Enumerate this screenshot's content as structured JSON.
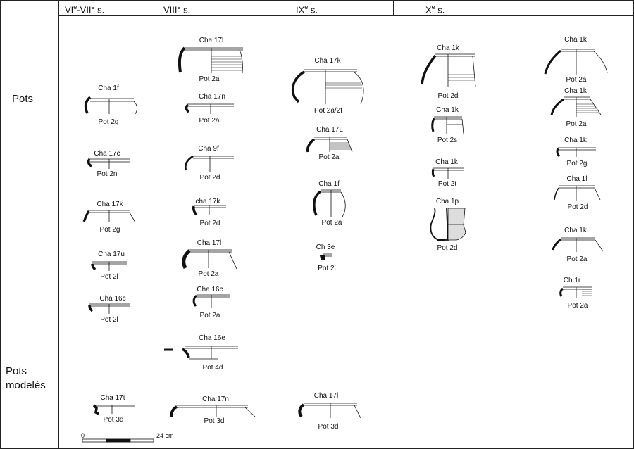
{
  "headers": {
    "c1_a": "VI",
    "c1_sup1": "e",
    "c1_b": "-VII",
    "c1_sup2": "e",
    "c1_c": " s.",
    "c2_a": "VIII",
    "c2_sup": "e",
    "c2_b": " s.",
    "c3_a": "IX",
    "c3_sup": "e",
    "c3_b": " s.",
    "c4_a": "X",
    "c4_sup": "e",
    "c4_b": " s."
  },
  "categories": {
    "pots": "Pots",
    "pots_modeles_1": "Pots",
    "pots_modeles_2": "modelés"
  },
  "items": [
    {
      "code": "Cha 1f",
      "type": "Pot 2g"
    },
    {
      "code": "Cha 17c",
      "type": "Pot 2n"
    },
    {
      "code": "Cha 17k",
      "type": "Pot 2g"
    },
    {
      "code": "Cha 17u",
      "type": "Pot 2l"
    },
    {
      "code": "Cha 16c",
      "type": "Pot 2l"
    },
    {
      "code": "Cha 17t",
      "type": "Pot 3d"
    },
    {
      "code": "Cha 17l",
      "type": "Pot 2a"
    },
    {
      "code": "Cha 17n",
      "type": "Pot 2a"
    },
    {
      "code": "Cha 9f",
      "type": "Pot 2d"
    },
    {
      "code": "cha 17k",
      "type": "Pot 2d"
    },
    {
      "code": "Cha 17l",
      "type": "Pot 2a"
    },
    {
      "code": "Cha 16c",
      "type": "Pot 2a"
    },
    {
      "code": "Cha 16e",
      "type": "Pot 4d"
    },
    {
      "code": "Cha 17n",
      "type": "Pot 3d"
    },
    {
      "code": "Cha 17k",
      "type": "Pot 2a/2f"
    },
    {
      "code": "Cha 17L",
      "type": "Pot 2a"
    },
    {
      "code": "Cha 1f",
      "type": "Pot 2a"
    },
    {
      "code": "Ch 3e",
      "type": "Pot 2l"
    },
    {
      "code": "Cha 17l",
      "type": "Pot 3d"
    },
    {
      "code": "Cha 1k",
      "type": "Pot 2d"
    },
    {
      "code": "Cha 1k",
      "type": "Pot 2s"
    },
    {
      "code": "Cha 1k",
      "type": "Pot 2t"
    },
    {
      "code": "Cha 1p",
      "type": "Pot 2d"
    },
    {
      "code": "Cha 1k",
      "type": "Pot 2a"
    },
    {
      "code": "Cha 1k",
      "type": "Pot 2a"
    },
    {
      "code": "Cha 1k",
      "type": "Pot 2g"
    },
    {
      "code": "Cha 1l",
      "type": "Pot 2d"
    },
    {
      "code": "Cha 1k",
      "type": "Pot 2a"
    },
    {
      "code": "Ch 1r",
      "type": "Pot 2a"
    }
  ],
  "scale": {
    "start": "0",
    "end": "24 cm"
  }
}
